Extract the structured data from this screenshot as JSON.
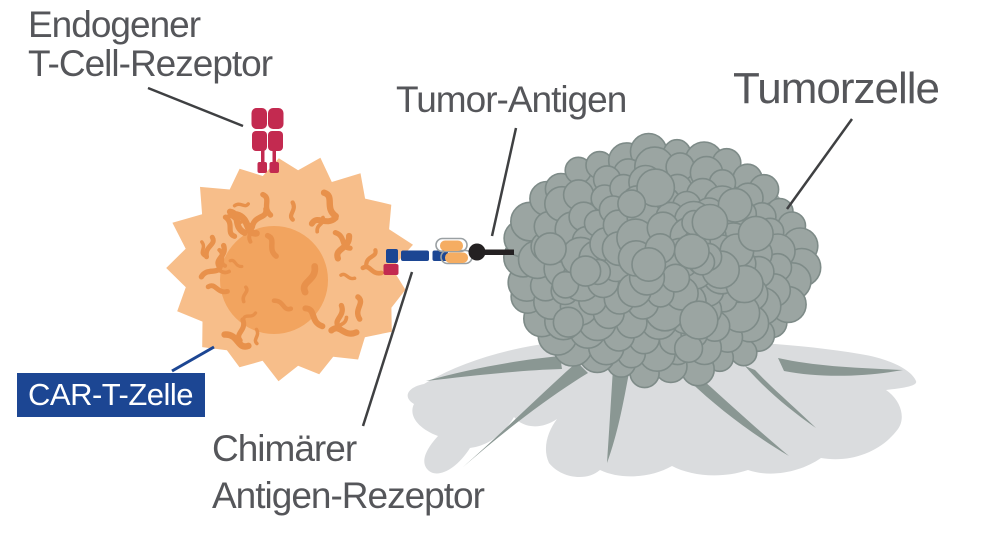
{
  "labels": {
    "endogenous_tcr": {
      "line1": "Endogener",
      "line2": "T-Cell-Rezeptor"
    },
    "tumor_antigen": "Tumor-Antigen",
    "tumor_cell": "Tumorzelle",
    "car_t_cell": "CAR-T-Zelle",
    "chimeric_receptor": {
      "line1": "Chimärer",
      "line2": "Antigen-Rezeptor"
    }
  },
  "colors": {
    "background": "#FFFFFF",
    "text_gray": "#55565A",
    "leader_gray": "#3F4042",
    "car_blue": "#1C4693",
    "receptor_red": "#C32A50",
    "cell_orange": "#F7BE8A",
    "nucleus_orange": "#F2A45F",
    "squiggle_orange": "#E8914B",
    "scfv_orange": "#F5AD62",
    "tumor_gray": "#9BA5A2",
    "tumor_outline": "#7E8B88",
    "tentacle_gray": "#8A9793",
    "membrane_gray": "#DADCDE",
    "ink": "#242122"
  }
}
